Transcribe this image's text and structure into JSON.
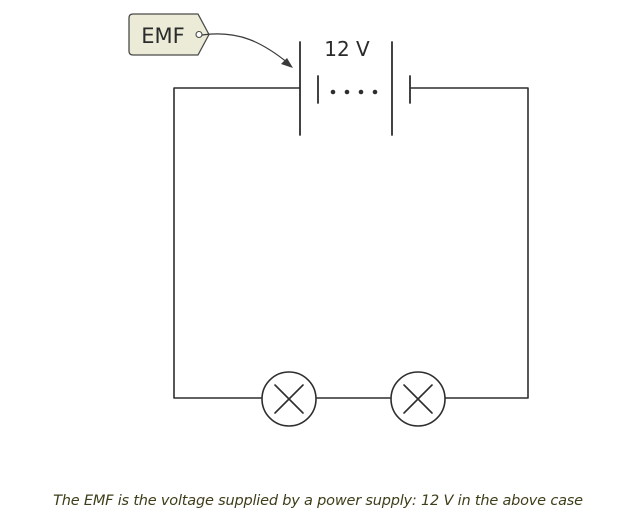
{
  "tag": {
    "label": "EMF"
  },
  "battery": {
    "voltage_label": "12 V"
  },
  "caption": "The EMF is the voltage supplied by a power supply: 12 V in the above case",
  "colors": {
    "wire": "#2e2e2e",
    "tag_fill": "#ebebd8",
    "caption_text": "#3f3e1a"
  }
}
